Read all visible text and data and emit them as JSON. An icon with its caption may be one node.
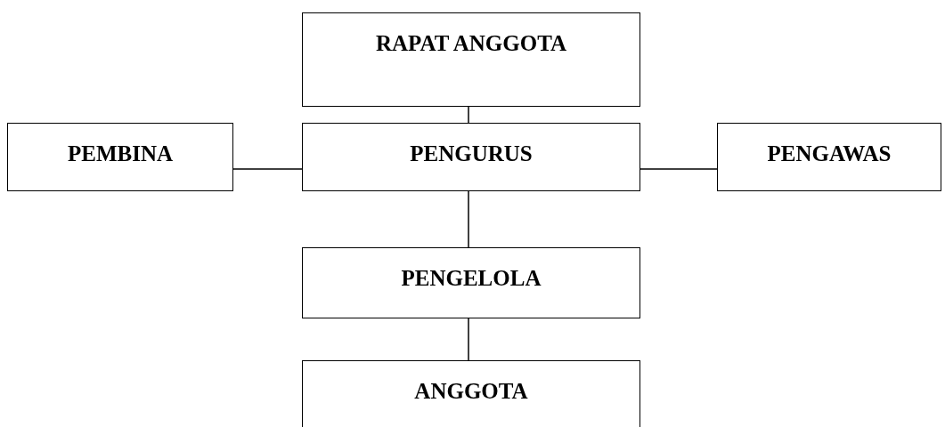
{
  "diagram": {
    "nodes": [
      {
        "text": [
          "RAPAT ANGGOTA"
        ]
      },
      {
        "text": [
          "PEMBINA"
        ]
      },
      {
        "text": [
          "PENGURUS"
        ]
      },
      {
        "text": [
          "PENGAWAS"
        ]
      },
      {
        "text": [
          "PENGELOLA"
        ]
      },
      {
        "text": [
          "ANGGOTA"
        ]
      }
    ],
    "edges": [
      {
        "from": 0,
        "to": 2,
        "arrow": "none"
      },
      {
        "from": 1,
        "to": 2,
        "arrow": "none"
      },
      {
        "from": 2,
        "to": 3,
        "arrow": "none"
      },
      {
        "from": 2,
        "to": 4,
        "arrow": "none"
      },
      {
        "from": 4,
        "to": 5,
        "arrow": "none"
      }
    ]
  }
}
